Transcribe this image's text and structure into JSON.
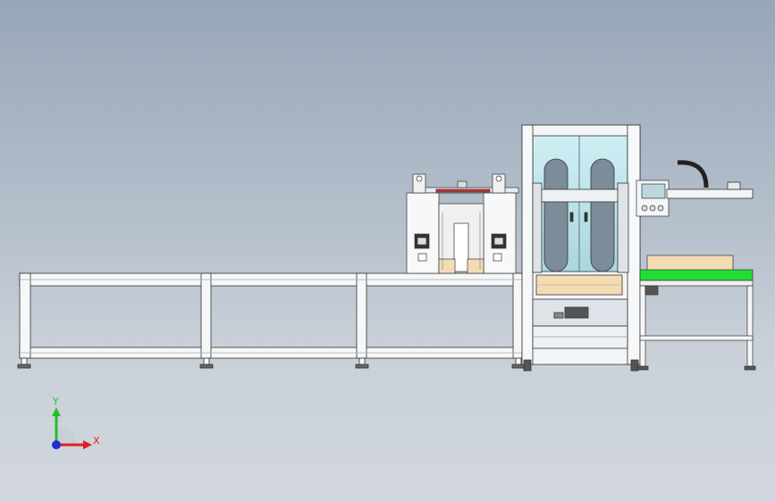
{
  "view": {
    "name": "CAD 3D viewport",
    "background_top": "#97a6b8",
    "background_bottom": "#d2d7dd"
  },
  "triad": {
    "x_label": "X",
    "y_label": "Y",
    "x_color": "#e0201c",
    "y_color": "#1fbf2a",
    "z_color": "#1a2fd8"
  },
  "model": {
    "frame_color": "#f4f6f8",
    "glass_color": "#bfe3ea",
    "conveyor_belt_color": "#22dd33",
    "wood_color": "#f3dcb4"
  }
}
